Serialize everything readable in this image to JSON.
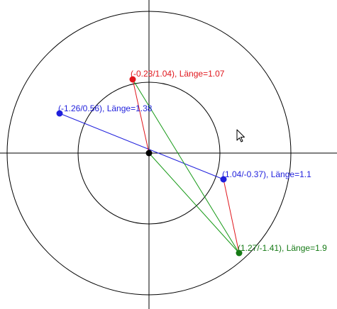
{
  "colors": {
    "background": "#ffffff",
    "axes": "#000000",
    "circles": "#000000",
    "point_red": "#e0161c",
    "point_blue": "#1f1fdc",
    "point_green": "#157a15",
    "line_red": "#e0161c",
    "line_blue": "#1f1fdc",
    "line_green": "#159915",
    "origin": "#000000"
  },
  "diagram": {
    "circles": [
      {
        "radius": 1
      },
      {
        "radius": 2
      }
    ],
    "points": [
      {
        "id": "red",
        "x": -0.23,
        "y": 1.04,
        "label": "(-0.23/1.04), Länge=1.07"
      },
      {
        "id": "blue",
        "x": -1.26,
        "y": 0.56,
        "label": "(-1.26/0.56), Länge=1.38"
      },
      {
        "id": "blue2",
        "x": 1.04,
        "y": -0.37,
        "label": "(1.04/-0.37), Länge=1.1"
      },
      {
        "id": "green",
        "x": 1.27,
        "y": -1.41,
        "label": "(1.27/-1.41), Länge=1.9"
      }
    ]
  }
}
